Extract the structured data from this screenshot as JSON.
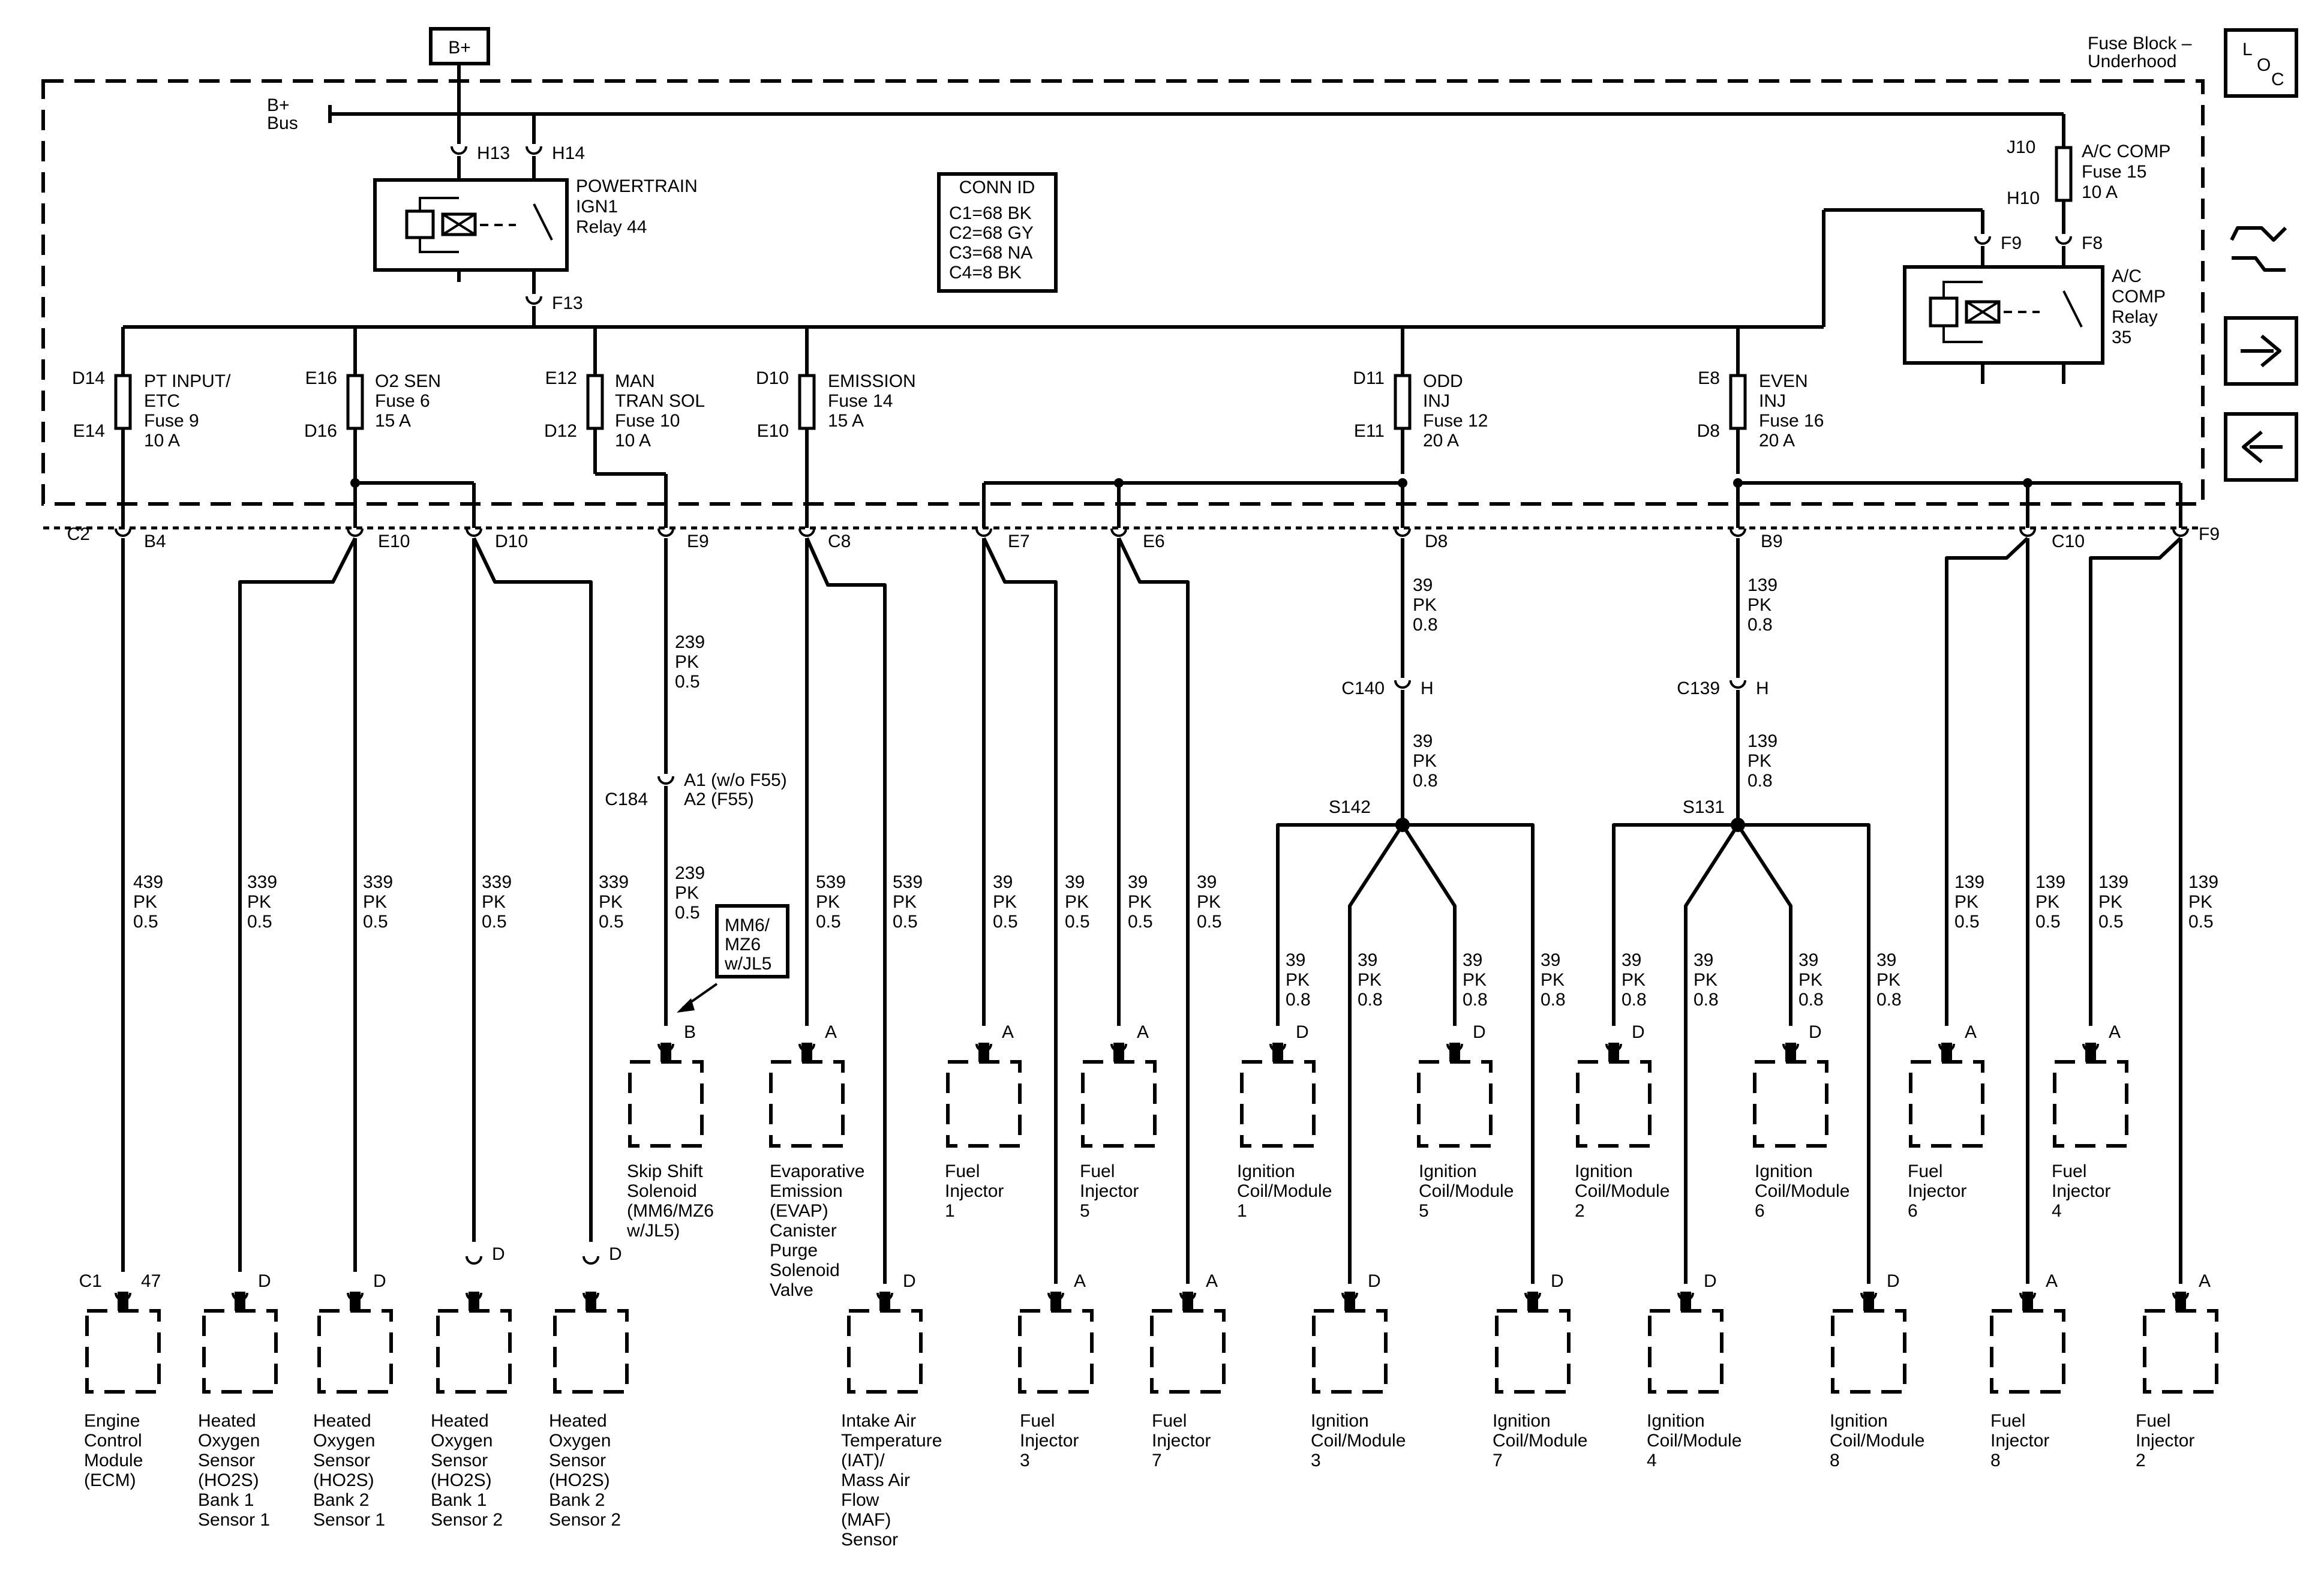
{
  "battery_label": "B+",
  "bus_label": [
    "B+",
    "Bus"
  ],
  "fuse_block_label": [
    "Fuse Block –",
    "Underhood"
  ],
  "loc_icon_letters": [
    "L",
    "O",
    "C"
  ],
  "side_icons": [
    "wrench-arrows-icon",
    "arrow-right-icon",
    "arrow-left-icon"
  ],
  "conn_id": {
    "title": "CONN ID",
    "lines": [
      "C1=68 BK",
      "C2=68 GY",
      "C3=68 NA",
      "C4=8 BK"
    ]
  },
  "relays": {
    "powertrain": {
      "pins": [
        "H13",
        "H14",
        "F13"
      ],
      "label": [
        "POWERTRAIN",
        "IGN1",
        "Relay 44"
      ]
    },
    "ac_comp": {
      "pins": [
        "F9",
        "F8",
        "J10",
        "H10"
      ],
      "fuse_label": [
        "A/C COMP",
        "Fuse 15",
        "10 A"
      ],
      "label": [
        "A/C",
        "COMP",
        "Relay",
        "35"
      ]
    }
  },
  "fuses": [
    {
      "top": "D14",
      "bottom": "E14",
      "label": [
        "PT INPUT/",
        "ETC",
        "Fuse 9",
        "10 A"
      ]
    },
    {
      "top": "E16",
      "bottom": "D16",
      "label": [
        "O2 SEN",
        "Fuse 6",
        "15 A"
      ]
    },
    {
      "top": "E12",
      "bottom": "D12",
      "label": [
        "MAN",
        "TRAN SOL",
        "Fuse 10",
        "10 A"
      ]
    },
    {
      "top": "D10",
      "bottom": "E10",
      "label": [
        "EMISSION",
        "Fuse 14",
        "15 A"
      ]
    },
    {
      "top": "D11",
      "bottom": "E11",
      "label": [
        "ODD",
        "INJ",
        "Fuse 12",
        "20 A"
      ]
    },
    {
      "top": "E8",
      "bottom": "D8",
      "label": [
        "EVEN",
        "INJ",
        "Fuse 16",
        "20 A"
      ]
    }
  ],
  "block_connectors": [
    "C2",
    "B4",
    "E10",
    "D10",
    "E9",
    "C8",
    "E7",
    "E6",
    "D8",
    "B9",
    "C10",
    "F9"
  ],
  "wires": {
    "w439": [
      "439",
      "PK",
      "0.5"
    ],
    "w339": [
      "339",
      "PK",
      "0.5"
    ],
    "w239": [
      "239",
      "PK",
      "0.5"
    ],
    "w539": [
      "539",
      "PK",
      "0.5"
    ],
    "w39_05": [
      "39",
      "PK",
      "0.5"
    ],
    "w39_08": [
      "39",
      "PK",
      "0.8"
    ],
    "w139_08": [
      "139",
      "PK",
      "0.8"
    ],
    "w139_05": [
      "139",
      "PK",
      "0.5"
    ]
  },
  "inline_connectors": {
    "c140": [
      "C140",
      "H"
    ],
    "c139": [
      "C139",
      "H"
    ],
    "c184": [
      "C184",
      "A1 (w/o F55)",
      "A2 (F55)"
    ]
  },
  "splices": [
    "S142",
    "S131"
  ],
  "option_note": [
    "MM6/",
    "MZ6",
    "w/JL5"
  ],
  "pins": {
    "a": "A",
    "b": "B",
    "d": "D",
    "c1": "C1",
    "p47": "47"
  },
  "components": {
    "skip_shift": [
      "Skip Shift",
      "Solenoid",
      "(MM6/MZ6",
      "w/JL5)"
    ],
    "evap": [
      "Evaporative",
      "Emission",
      "(EVAP)",
      "Canister",
      "Purge",
      "Solenoid",
      "Valve"
    ],
    "inj1": [
      "Fuel",
      "Injector",
      "1"
    ],
    "inj5": [
      "Fuel",
      "Injector",
      "5"
    ],
    "coil1": [
      "Ignition",
      "Coil/Module",
      "1"
    ],
    "coil5": [
      "Ignition",
      "Coil/Module",
      "5"
    ],
    "coil2": [
      "Ignition",
      "Coil/Module",
      "2"
    ],
    "coil6": [
      "Ignition",
      "Coil/Module",
      "6"
    ],
    "inj6": [
      "Fuel",
      "Injector",
      "6"
    ],
    "inj4": [
      "Fuel",
      "Injector",
      "4"
    ],
    "ecm": [
      "Engine",
      "Control",
      "Module",
      "(ECM)"
    ],
    "ho2s_b1s1": [
      "Heated",
      "Oxygen",
      "Sensor",
      "(HO2S)",
      "Bank 1",
      "Sensor 1"
    ],
    "ho2s_b2s1": [
      "Heated",
      "Oxygen",
      "Sensor",
      "(HO2S)",
      "Bank 2",
      "Sensor 1"
    ],
    "ho2s_b1s2": [
      "Heated",
      "Oxygen",
      "Sensor",
      "(HO2S)",
      "Bank 1",
      "Sensor 2"
    ],
    "ho2s_b2s2": [
      "Heated",
      "Oxygen",
      "Sensor",
      "(HO2S)",
      "Bank 2",
      "Sensor 2"
    ],
    "iat_maf": [
      "Intake Air",
      "Temperature",
      "(IAT)/",
      "Mass Air",
      "Flow",
      "(MAF)",
      "Sensor"
    ],
    "inj3": [
      "Fuel",
      "Injector",
      "3"
    ],
    "inj7": [
      "Fuel",
      "Injector",
      "7"
    ],
    "coil3": [
      "Ignition",
      "Coil/Module",
      "3"
    ],
    "coil7": [
      "Ignition",
      "Coil/Module",
      "7"
    ],
    "coil4": [
      "Ignition",
      "Coil/Module",
      "4"
    ],
    "coil8": [
      "Ignition",
      "Coil/Module",
      "8"
    ],
    "inj8": [
      "Fuel",
      "Injector",
      "8"
    ],
    "inj2": [
      "Fuel",
      "Injector",
      "2"
    ]
  }
}
